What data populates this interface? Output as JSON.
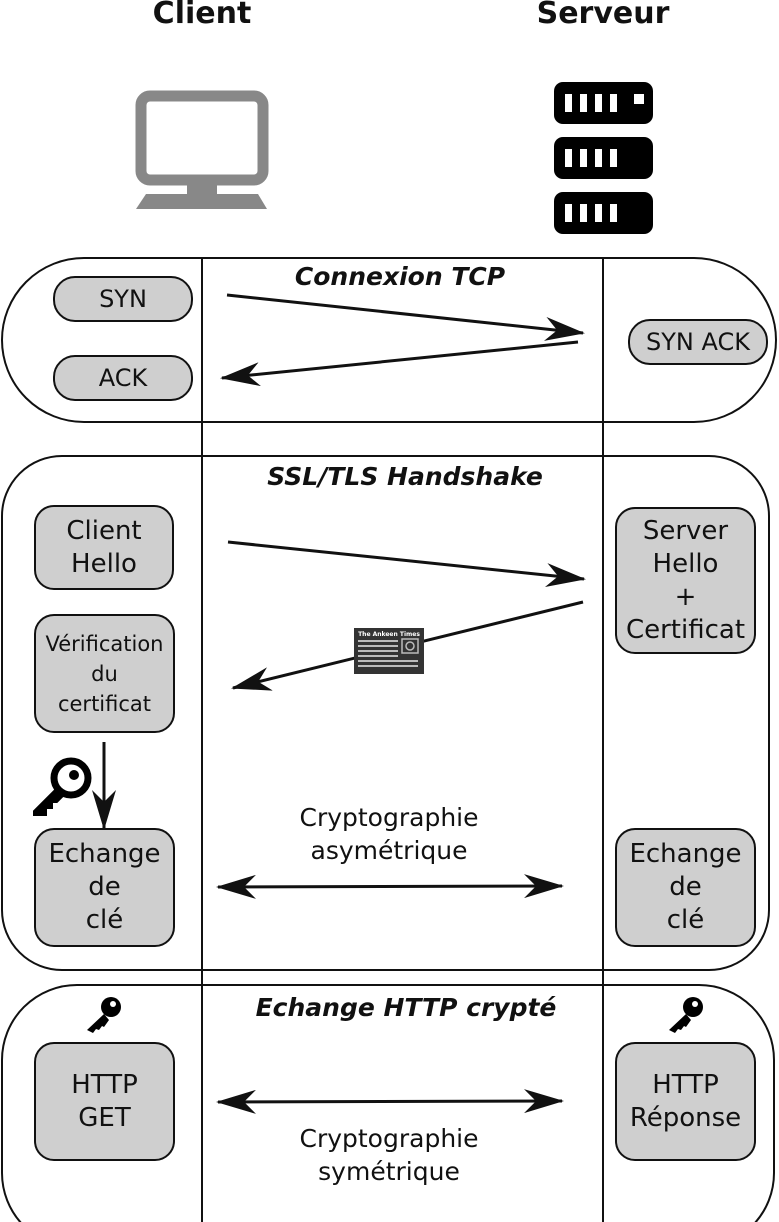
{
  "headers": {
    "client": "Client",
    "server": "Serveur"
  },
  "icons": {
    "client": "monitor-icon",
    "server": "server-rack-icon",
    "key": "key-icon",
    "certificate": "certificate-document-icon"
  },
  "colors": {
    "box_fill": "#cfcfcf",
    "monitor": "#888888",
    "stroke": "#111111"
  },
  "tcp": {
    "title": "Connexion TCP",
    "syn": "SYN",
    "ack": "ACK",
    "syn_ack": "SYN ACK"
  },
  "tls": {
    "title": "SSL/TLS Handshake",
    "client_hello": "Client\nHello",
    "server_hello": "Server\nHello\n+\nCertificat",
    "verification": "Vérification\ndu\ncertificat",
    "key_exchange_client": "Echange\nde\nclé",
    "key_exchange_server": "Echange\nde\nclé",
    "asym_label": "Cryptographie\nasymétrique",
    "certificate_title": "The Ankeen Times"
  },
  "http": {
    "title": "Echange HTTP crypté",
    "get": "HTTP\nGET",
    "response": "HTTP\nRéponse",
    "sym_label": "Cryptographie\nsymétrique"
  }
}
